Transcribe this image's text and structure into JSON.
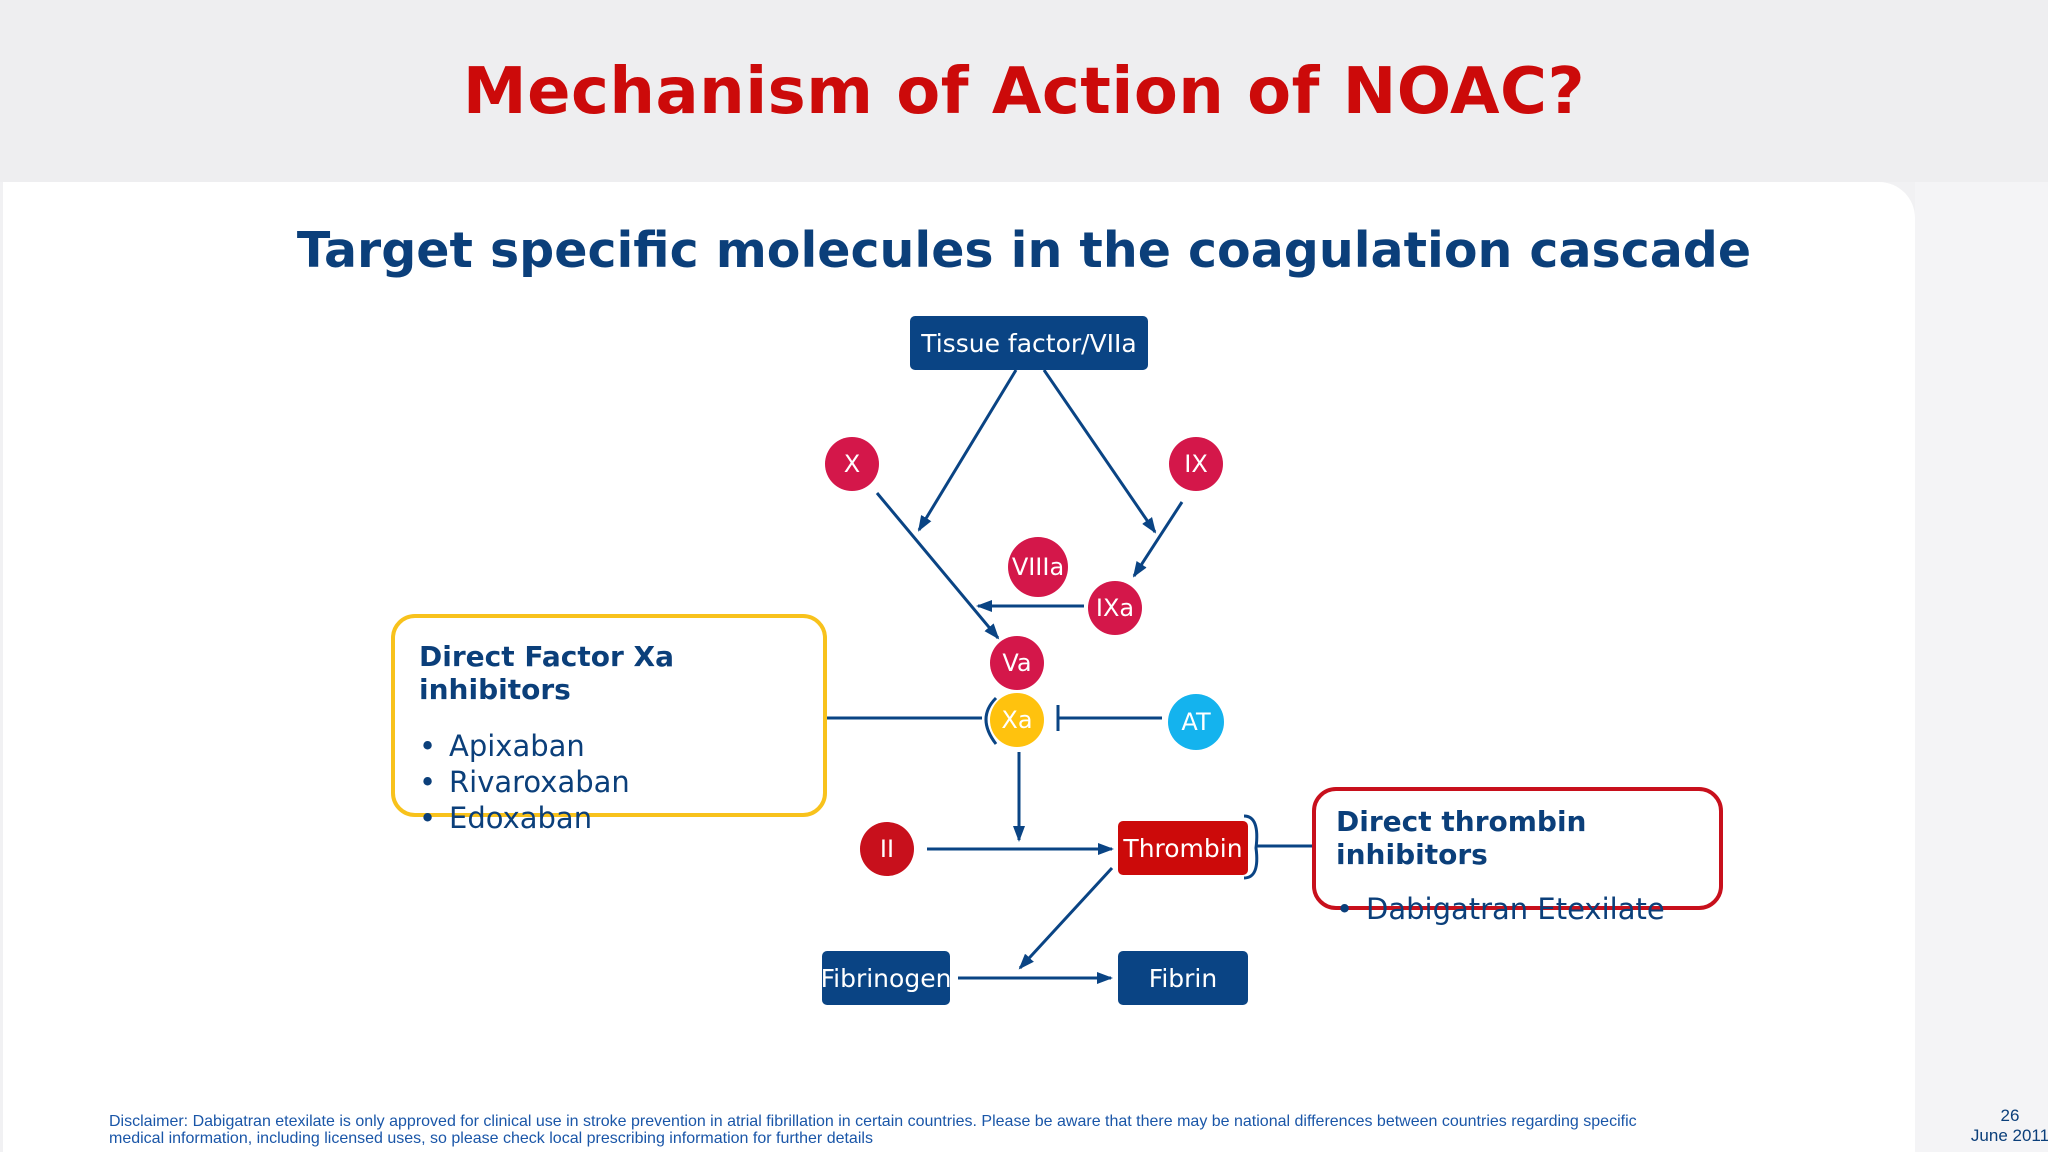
{
  "slide": {
    "title": "Mechanism of Action of NOAC?",
    "subtitle": "Target specific molecules in the coagulation cascade",
    "slide_number": "26",
    "date": "June 2011",
    "disclaimer_line1": "Disclaimer: Dabigatran etexilate is only approved for clinical use in stroke prevention in atrial fibrillation in certain countries. Please be aware that there may be national differences between countries regarding specific",
    "disclaimer_line2": "medical information, including licensed uses, so please check local prescribing information for further details"
  },
  "diagram": {
    "nodes": {
      "tissue_factor": "Tissue factor/VIIa",
      "x": "X",
      "ix": "IX",
      "viiia": "VIIIa",
      "ixa": "IXa",
      "va": "Va",
      "xa": "Xa",
      "at": "AT",
      "ii": "II",
      "thrombin": "Thrombin",
      "fibrinogen": "Fibrinogen",
      "fibrin": "Fibrin"
    },
    "xa_inhibitors": {
      "heading": "Direct Factor Xa inhibitors",
      "items": [
        "Apixaban",
        "Rivaroxaban",
        "Edoxaban"
      ]
    },
    "thrombin_inhibitors": {
      "heading": "Direct thrombin inhibitors",
      "items": [
        "Dabigatran Etexilate"
      ]
    }
  },
  "colors": {
    "title_red": "#cc0a0a",
    "navy": "#0a4484",
    "crimson_factor": "#d4174a",
    "factor_xa_yellow": "#ffc20e",
    "antithrombin_cyan": "#14b3ee",
    "xa_callout_border": "#f8c21c",
    "thrombin_callout_border": "#c8101c"
  }
}
